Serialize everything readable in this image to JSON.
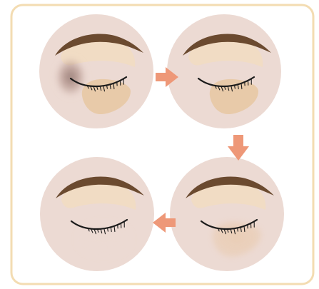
{
  "diagram": {
    "type": "process-cycle",
    "panel_count": 4,
    "flow_order": [
      "top-left",
      "top-right",
      "bottom-right",
      "bottom-left"
    ],
    "arrow_directions": [
      "right",
      "down",
      "left"
    ],
    "panels": [
      {
        "position": "top-left",
        "eye": "closed",
        "dark_circle": true,
        "concealer_patch": true,
        "blended": false
      },
      {
        "position": "top-right",
        "eye": "closed",
        "dark_circle": false,
        "concealer_patch": true,
        "blended": false
      },
      {
        "position": "bottom-right",
        "eye": "closed",
        "dark_circle": false,
        "concealer_patch": true,
        "blended": true
      },
      {
        "position": "bottom-left",
        "eye": "closed",
        "dark_circle": false,
        "concealer_patch": false,
        "blended": true
      }
    ],
    "colors": {
      "frame_border": "#f3dcb2",
      "frame_fill": "#ffffff",
      "circle_fill": "#ecdad3",
      "brow": "#6b4a2f",
      "lash": "#1b1b1b",
      "upper_lid_shade": "#f2dcc2",
      "patch": "#e8c9a7",
      "dark_circle": "#8a6f6a",
      "arrow": "#ee9878"
    }
  }
}
